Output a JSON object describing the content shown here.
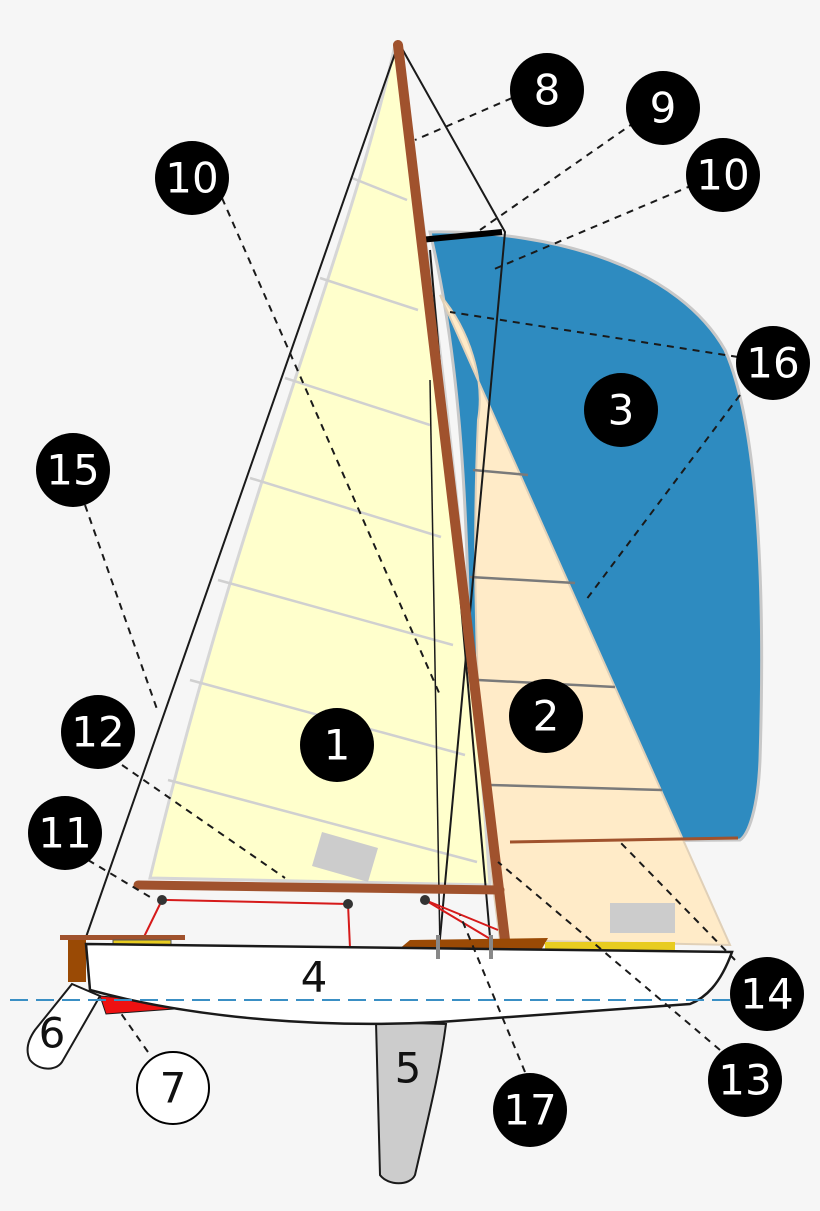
{
  "labels": {
    "l1": "1",
    "l2": "2",
    "l3": "3",
    "l4": "4",
    "l5": "5",
    "l6": "6",
    "l7": "7",
    "l8": "8",
    "l9": "9",
    "l10a": "10",
    "l10b": "10",
    "l11": "11",
    "l12": "12",
    "l13": "13",
    "l14": "14",
    "l15": "15",
    "l16": "16",
    "l17": "17"
  },
  "colors": {
    "mainsail": "#ffffcc",
    "jib": "#ffebc8",
    "spinnaker": "#2e8bc0",
    "mast": "#a0522d",
    "hull": "#ffffff",
    "keel": "#cccccc",
    "antifouling": "#ee1111",
    "waterline": "#3a8fc4",
    "marker": "#000000"
  }
}
